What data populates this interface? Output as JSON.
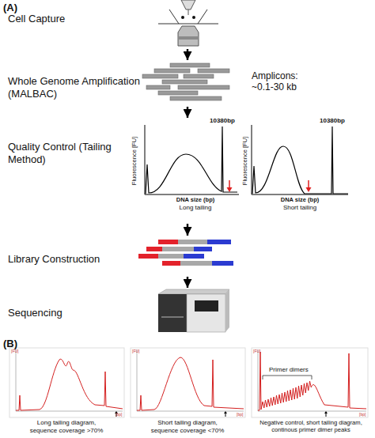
{
  "diagram": {
    "nodes": [
      {
        "text": [
          "Cell Capture"
        ]
      },
      {
        "text": [
          "Whole Genome Amplification (MALBAC)"
        ]
      },
      {
        "text": [
          "Quality Control (Tailing Method)"
        ]
      },
      {
        "text": [
          "Library Construction"
        ]
      },
      {
        "text": [
          "Sequencing"
        ]
      }
    ],
    "edges": [
      {
        "from": 0,
        "to": 1,
        "arrow": "to"
      },
      {
        "from": 1,
        "to": 2,
        "arrow": "to"
      },
      {
        "from": 2,
        "to": 3,
        "arrow": "to"
      },
      {
        "from": 3,
        "to": 4,
        "arrow": "to"
      }
    ],
    "labels": [
      "(A)",
      "Amplicons: ~0.1-30 kb",
      "10380bp",
      "Fluorescence [FU]",
      "DNA size (bp)",
      "Long tailing",
      "10380bp",
      "Fluorescence [FU]",
      "DNA size (bp)",
      "Short tailing",
      "(B)",
      "[FU]",
      "[bp]",
      "Long tailing diagram, sequence coverage >70%",
      "[FU]",
      "[bp]",
      "Short tailing diagram, sequence coverage <70%",
      "Primer dimers",
      "[FU]",
      "[bp]",
      "Negative control, short tailing diagram, continous primer dimer peaks"
    ]
  }
}
